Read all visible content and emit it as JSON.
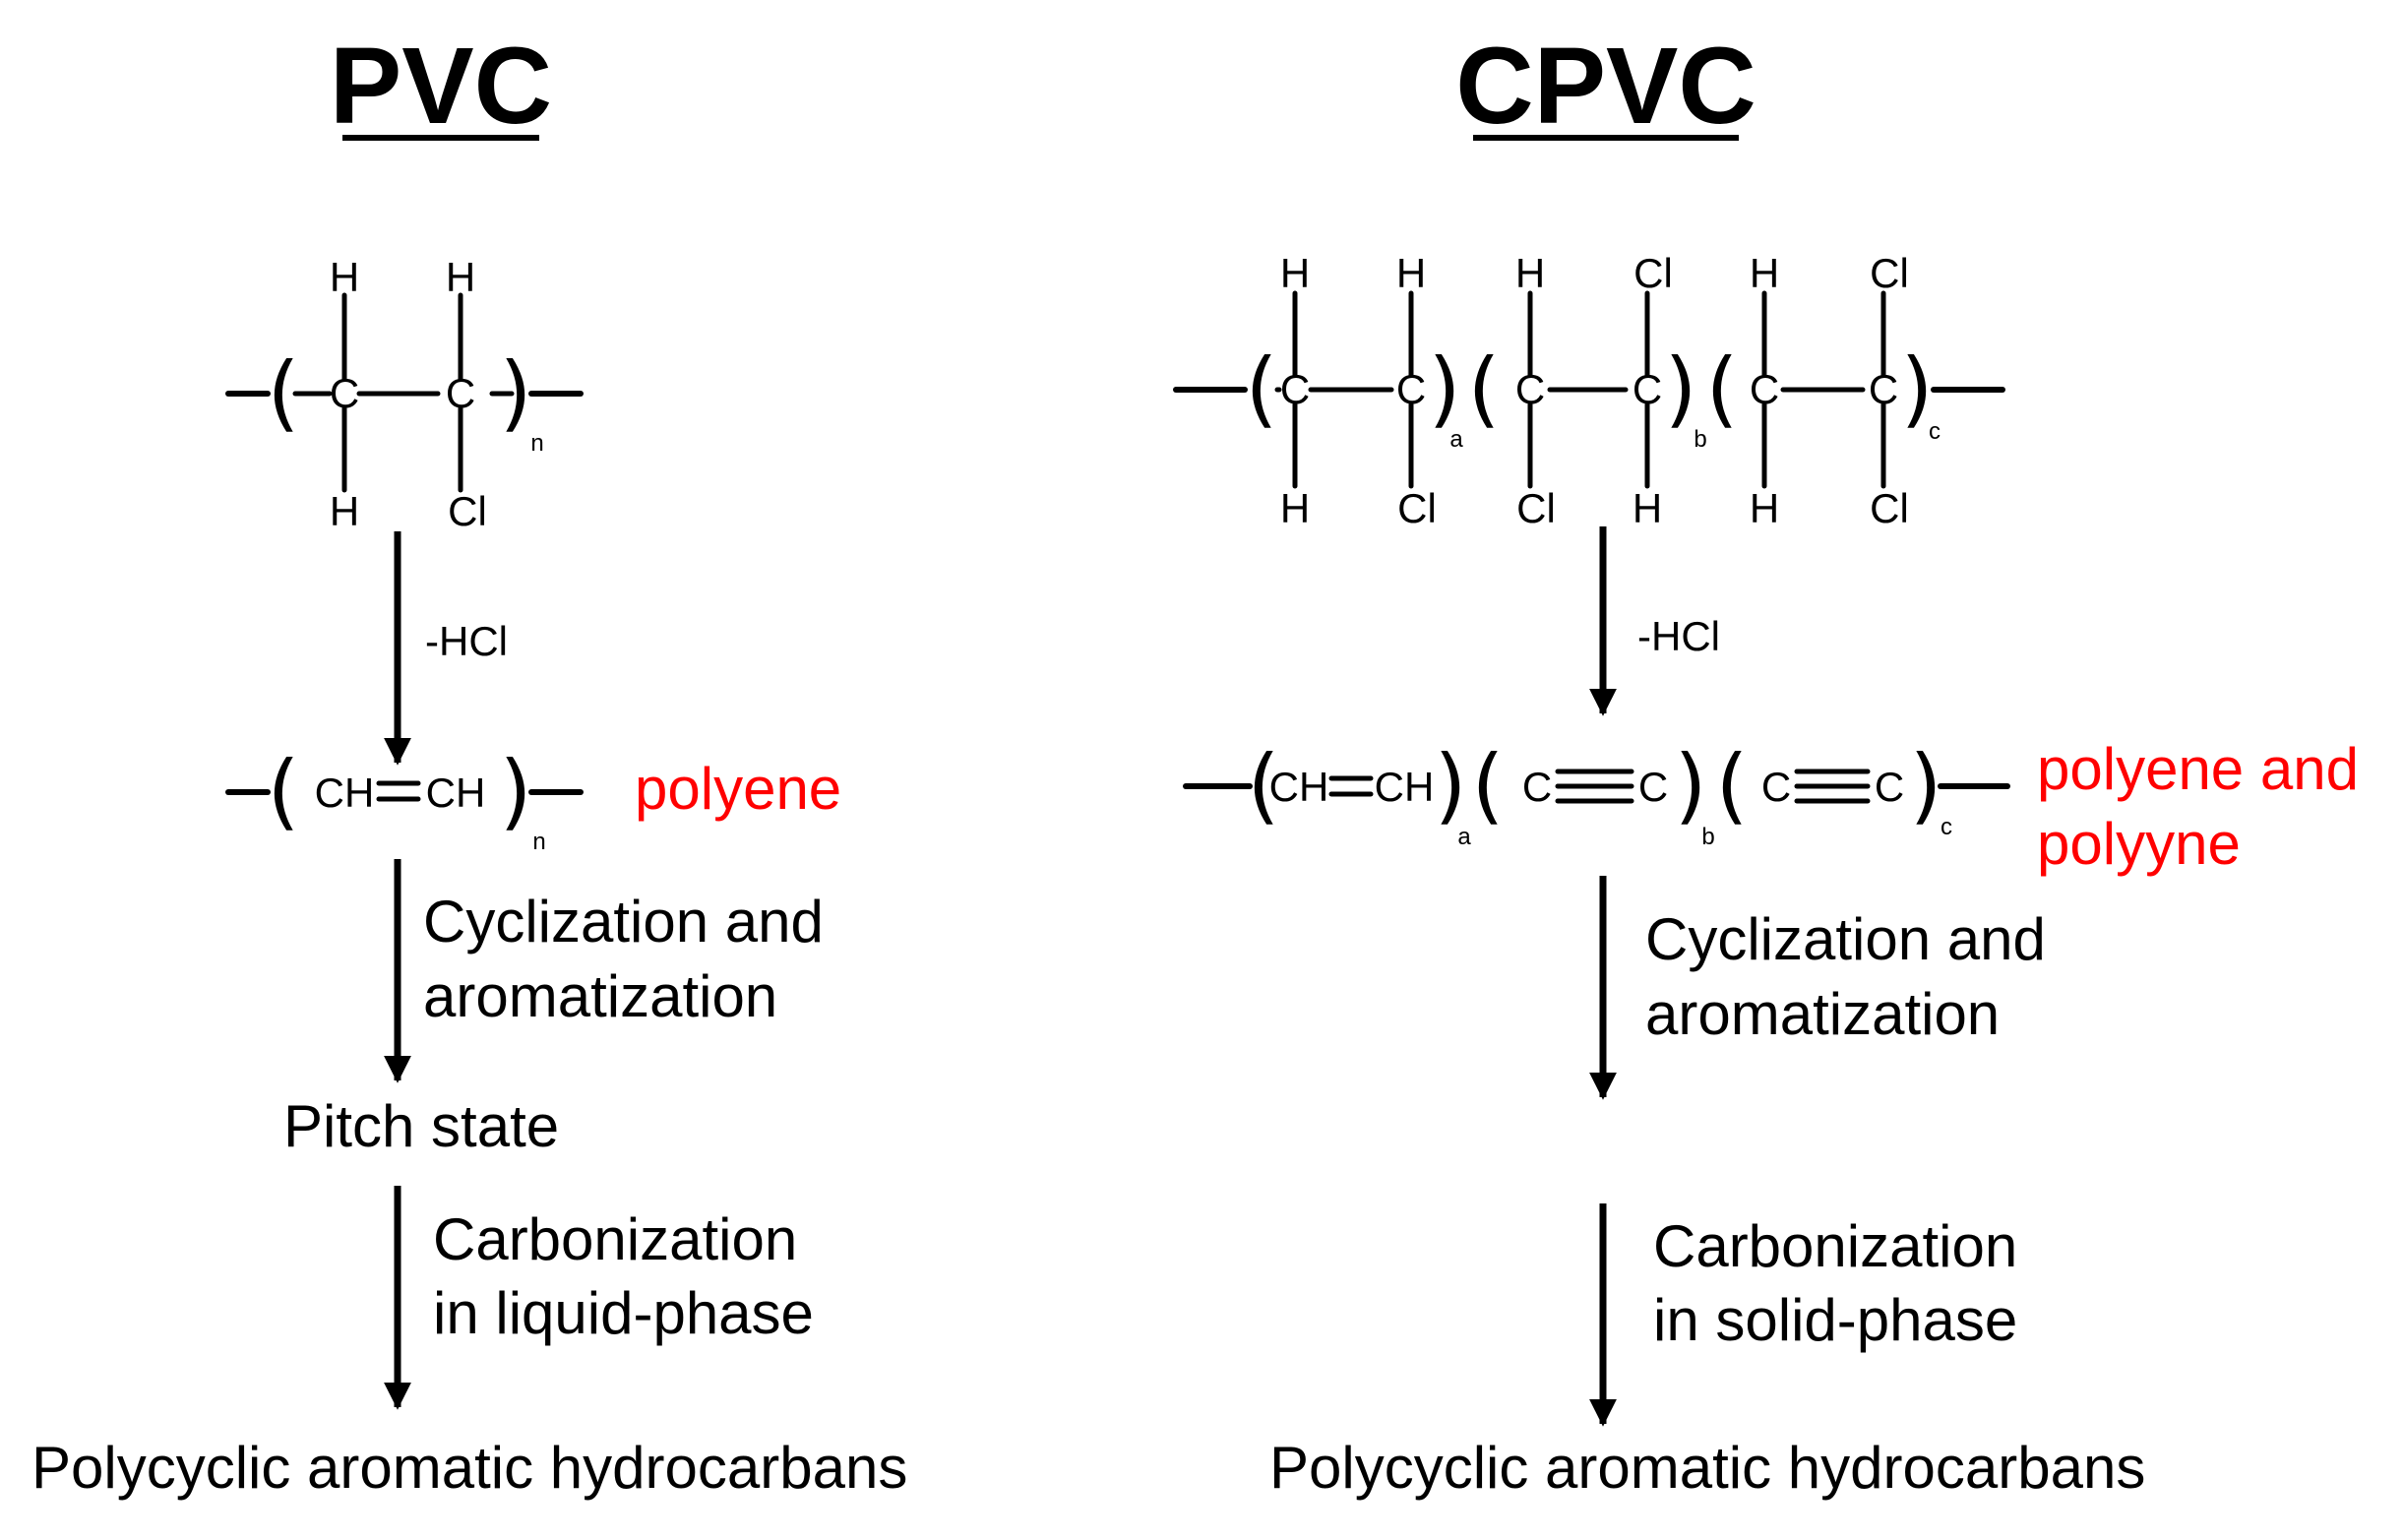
{
  "colors": {
    "text": "#000000",
    "accent": "#ff0000",
    "background": "#ffffff"
  },
  "pvc": {
    "title": "PVC",
    "monomer": {
      "top": [
        "H",
        "H"
      ],
      "middle": [
        "C",
        "C"
      ],
      "bottom": [
        "H",
        "Cl"
      ],
      "repeat": "n"
    },
    "step1_reagent": "-HCl",
    "intermediate": {
      "group1": "CH",
      "group2": "CH",
      "repeat": "n",
      "label": "polyene"
    },
    "step2": [
      "Cyclization and",
      "aromatization"
    ],
    "pitch": "Pitch state",
    "step3": [
      "Carbonization",
      "in liquid-phase"
    ],
    "product": "Polycyclic aromatic hydrocarbans"
  },
  "cpvc": {
    "title": "CPVC",
    "monomer": {
      "top": [
        "H",
        "H",
        "H",
        "Cl",
        "H",
        "Cl"
      ],
      "middle": [
        "C",
        "C",
        "C",
        "C",
        "C",
        "C"
      ],
      "bottom": [
        "H",
        "Cl",
        "Cl",
        "H",
        "H",
        "Cl"
      ],
      "repeats": [
        "a",
        "b",
        "c"
      ]
    },
    "step1_reagent": "-HCl",
    "intermediate": {
      "unit1": [
        "CH",
        "CH"
      ],
      "unit2": [
        "C",
        "C"
      ],
      "unit3": [
        "C",
        "C"
      ],
      "repeats": [
        "a",
        "b",
        "c"
      ],
      "label": [
        "polyene and",
        "polyyne"
      ]
    },
    "step2": [
      "Cyclization and",
      "aromatization"
    ],
    "step3": [
      "Carbonization",
      "in solid-phase"
    ],
    "product": "Polycyclic aromatic hydrocarbans"
  }
}
